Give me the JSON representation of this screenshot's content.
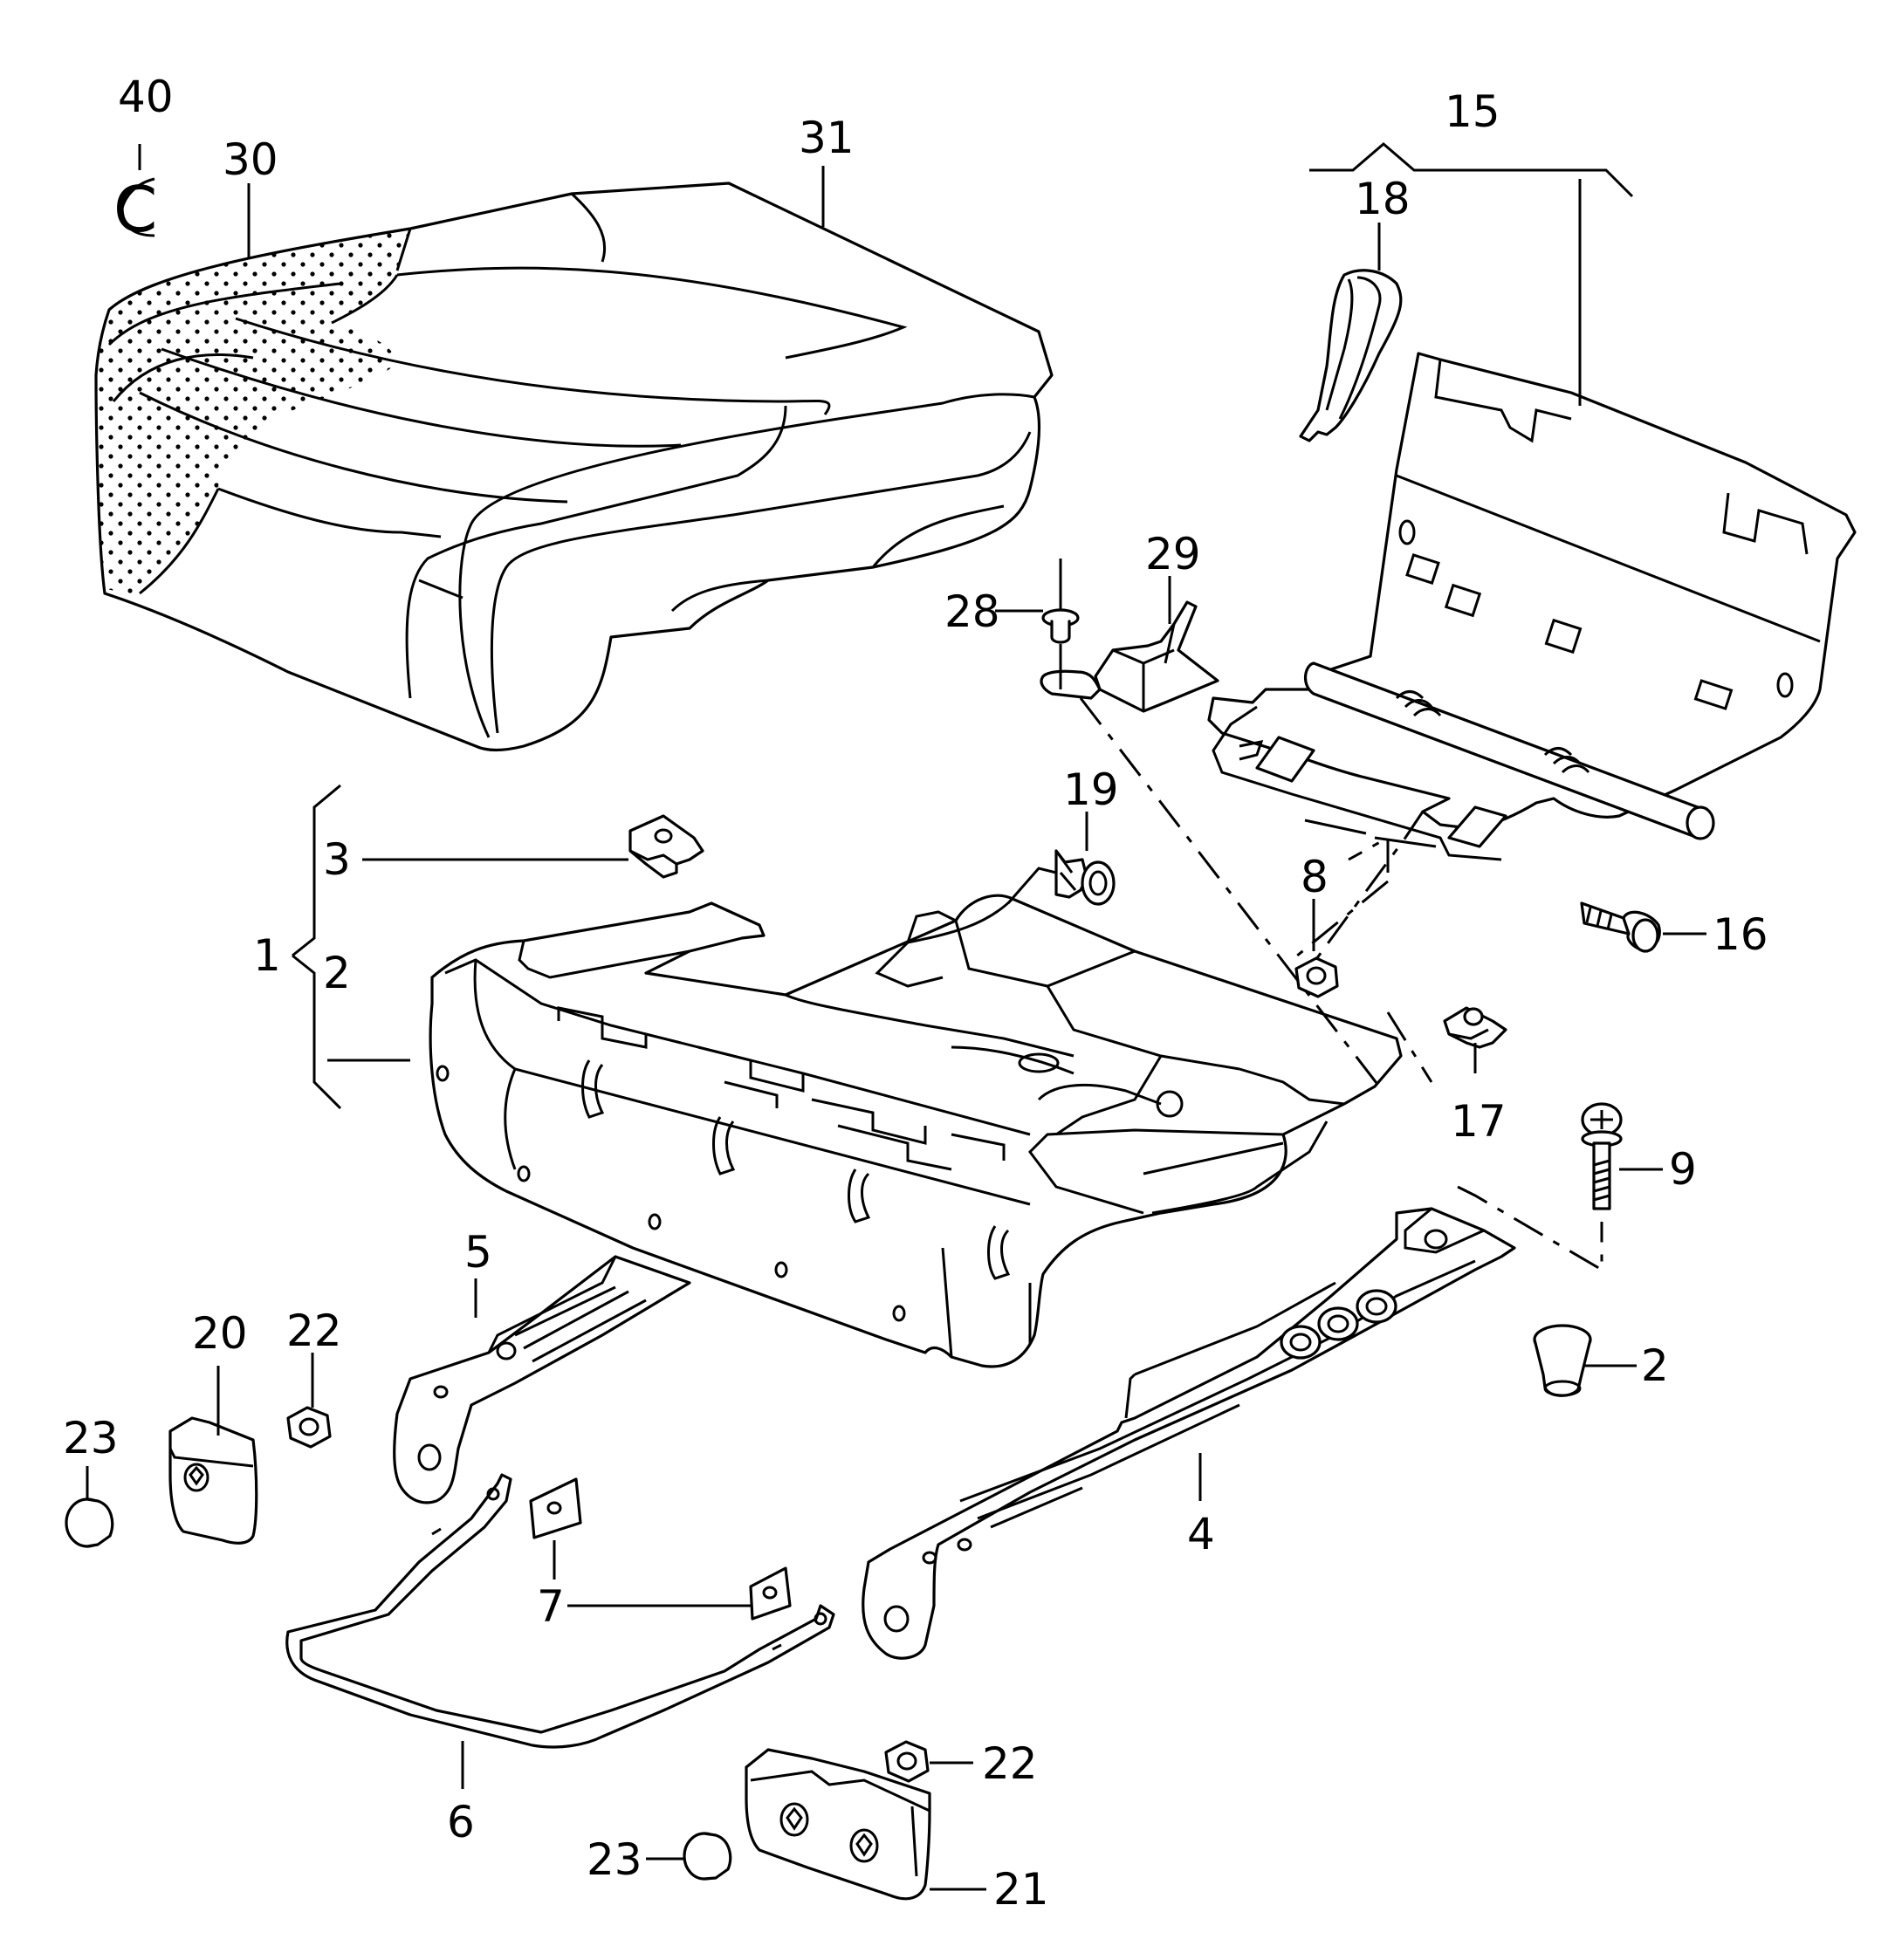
{
  "colors": {
    "stroke": "#000000",
    "background": "#ffffff"
  },
  "labels": {
    "p40": "40",
    "p30": "30",
    "p31": "31",
    "p15": "15",
    "p18": "18",
    "p29": "29",
    "p28": "28",
    "p19": "19",
    "p3": "3",
    "p1": "1",
    "p2a": "2",
    "p8": "8",
    "p16": "16",
    "p17": "17",
    "p9": "9",
    "p5": "5",
    "p20": "20",
    "p22a": "22",
    "p23a": "23",
    "p2b": "2",
    "p4": "4",
    "p7": "7",
    "p6": "6",
    "p22b": "22",
    "p23b": "23",
    "p21": "21",
    "c_symbol": "C"
  }
}
